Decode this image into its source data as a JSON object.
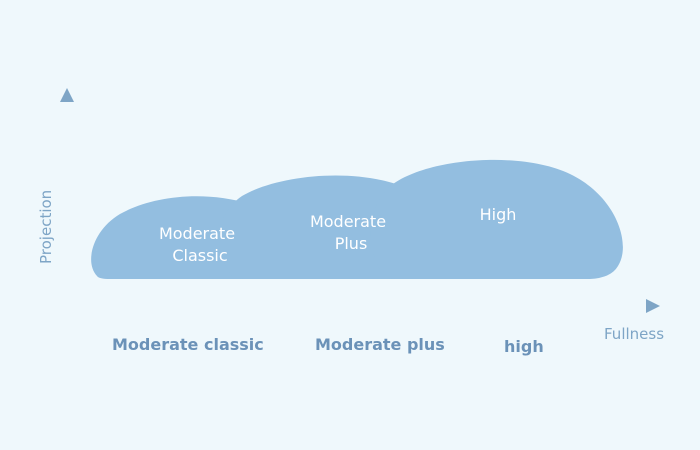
{
  "axes": {
    "y_label": "Projection",
    "x_label": "Fullness"
  },
  "shapes": [
    {
      "name": "moderate-classic",
      "lines": [
        "Moderate",
        "Classic"
      ]
    },
    {
      "name": "moderate-plus",
      "lines": [
        "Moderate",
        "Plus"
      ]
    },
    {
      "name": "high",
      "lines": [
        "High"
      ]
    }
  ],
  "categories": [
    "Moderate classic",
    "Moderate plus",
    "high"
  ],
  "colors": {
    "background": "#eff8fc",
    "shape_fill": "#93bee0",
    "axis": "#8eb1cf",
    "category_text": "#6b92b8"
  }
}
